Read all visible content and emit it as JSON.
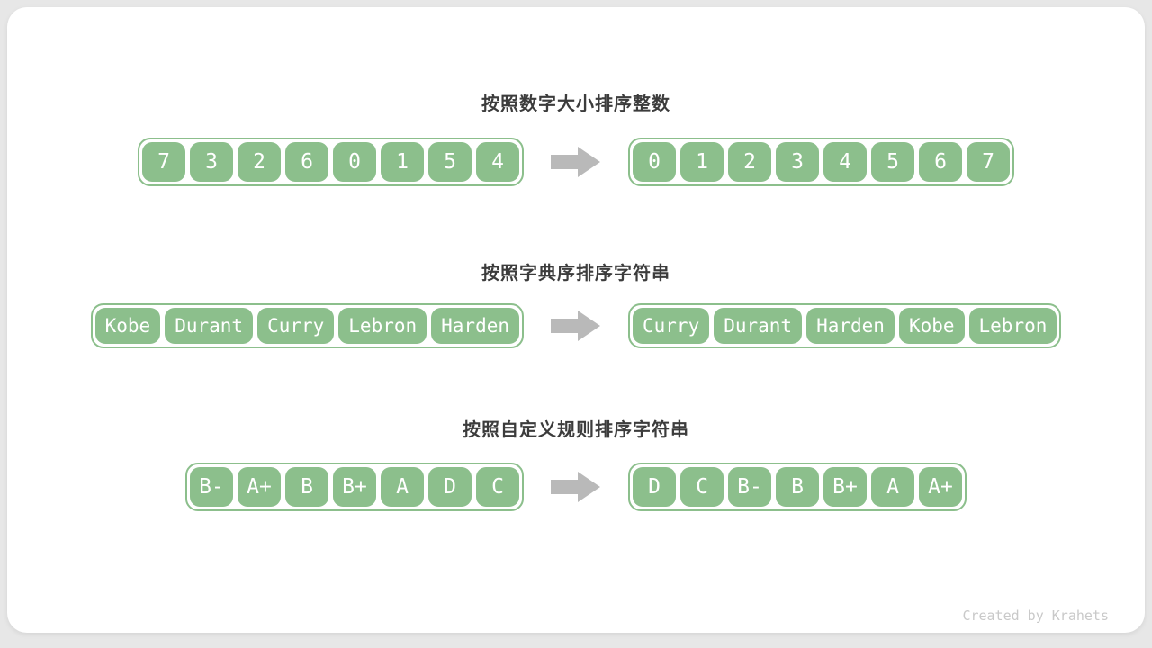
{
  "page": {
    "watermark": "Created by Krahets"
  },
  "colors": {
    "cell_green": "#8cbf8c",
    "title_gray": "#3c3c3c",
    "arrow_gray": "#b9b9b9",
    "watermark_gray": "#c9c9c9",
    "page_bg": "#e7e7e7",
    "card_bg": "#ffffff"
  },
  "icons": {
    "arrow": "right-block-arrow"
  },
  "sections": [
    {
      "title": "按照数字大小排序整数",
      "before": [
        "7",
        "3",
        "2",
        "6",
        "0",
        "1",
        "5",
        "4"
      ],
      "after": [
        "0",
        "1",
        "2",
        "3",
        "4",
        "5",
        "6",
        "7"
      ]
    },
    {
      "title": "按照字典序排序字符串",
      "before": [
        "Kobe",
        "Durant",
        "Curry",
        "Lebron",
        "Harden"
      ],
      "after": [
        "Curry",
        "Durant",
        "Harden",
        "Kobe",
        "Lebron"
      ]
    },
    {
      "title": "按照自定义规则排序字符串",
      "before": [
        "B-",
        "A+",
        "B",
        "B+",
        "A",
        "D",
        "C"
      ],
      "after": [
        "D",
        "C",
        "B-",
        "B",
        "B+",
        "A",
        "A+"
      ]
    }
  ]
}
